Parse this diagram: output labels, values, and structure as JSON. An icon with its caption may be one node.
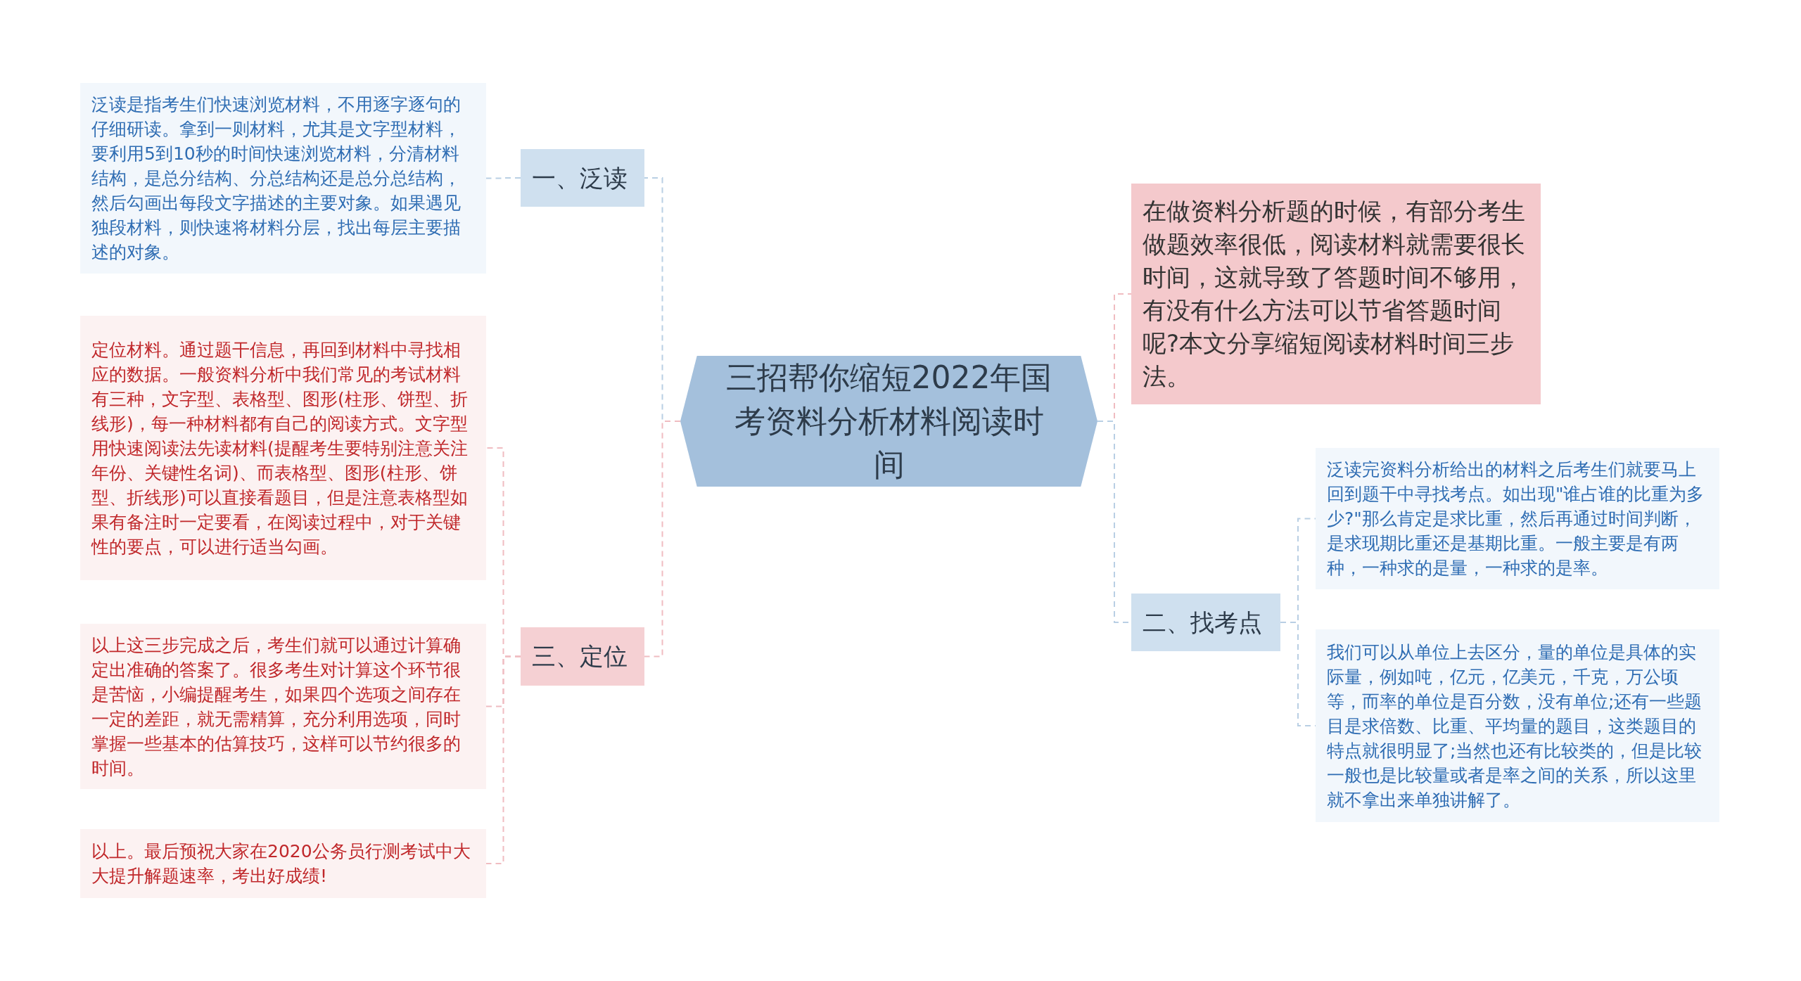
{
  "diagram": {
    "nodes": [
      {
        "text": [
          "三招帮你缩短2022年国考资料分析材料阅读时间"
        ]
      },
      {
        "text": [
          "一、泛读"
        ]
      },
      {
        "text": [
          "泛读是指考生们快速浏览材料，不用逐字逐句的仔细研读。拿到一则材料，尤其是文字型材料，要利用5到10秒的时间快速浏览材料，分清材料结构，是总分结构、分总结构还是总分总结构，然后勾画出每段文字描述的主要对象。如果遇见独段材料，则快速将材料分层，找出每层主要描述的对象。"
        ]
      },
      {
        "text": [
          "三、定位"
        ]
      },
      {
        "text": [
          "定位材料。通过题干信息，再回到材料中寻找相应的数据。一般资料分析中我们常见的考试材料有三种，文字型、表格型、图形(柱形、饼型、折线形)，每一种材料都有自己的阅读方式。文字型用快速阅读法先读材料(提醒考生要特别注意关注年份、关键性名词)、而表格型、图形(柱形、饼型、折线形)可以直接看题目，但是注意表格型如果有备注时一定要看，在阅读过程中，对于关键性的要点，可以进行适当勾画。"
        ]
      },
      {
        "text": [
          "以上这三步完成之后，考生们就可以通过计算确定出准确的答案了。很多考生对计算这个环节很是苦恼，小编提醒考生，如果四个选项之间存在一定的差距，就无需精算，充分利用选项，同时掌握一些基本的估算技巧，这样可以节约很多的时间。"
        ]
      },
      {
        "text": [
          "以上。最后预祝大家在2020公务员行测考试中大大提升解题速率，考出好成绩!"
        ]
      },
      {
        "text": [
          "在做资料分析题的时候，有部分考生做题效率很低，阅读材料就需要很长时间，这就导致了答题时间不够用，有没有什么方法可以节省答题时间呢?本文分享缩短阅读材料时间三步法。"
        ]
      },
      {
        "text": [
          "二、找考点"
        ]
      },
      {
        "text": [
          "泛读完资料分析给出的材料之后考生们就要马上回到题干中寻找考点。如出现\"谁占谁的比重为多少?\"那么肯定是求比重，然后再通过时间判断，是求现期比重还是基期比重。一般主要是有两种，一种求的是量，一种求的是率。"
        ]
      },
      {
        "text": [
          "我们可以从单位上去区分，量的单位是具体的实际量，例如吨，亿元，亿美元，千克，万公顷等，而率的单位是百分数，没有单位;还有一些题目是求倍数、比重、平均量的题目，这类题目的特点就很明显了;当然也还有比较类的，但是比较一般也是比较量或者是率之间的关系，所以这里就不拿出来单独讲解了。"
        ]
      }
    ],
    "edges": [
      {
        "from": 0,
        "to": 1,
        "arrow": "none",
        "style": "dashed",
        "color": "#b9cfe4"
      },
      {
        "from": 1,
        "to": 2,
        "arrow": "none",
        "style": "dashed",
        "color": "#b9cfe4"
      },
      {
        "from": 0,
        "to": 3,
        "arrow": "none",
        "style": "dashed"
      },
      {
        "from": 3,
        "to": 4,
        "arrow": "none",
        "style": "dashed"
      },
      {
        "from": 3,
        "to": 5,
        "arrow": "none",
        "style": "dashed"
      },
      {
        "from": 3,
        "to": 6,
        "arrow": "none",
        "style": "dashed"
      },
      {
        "from": 0,
        "to": 7,
        "arrow": "none",
        "style": "dashed"
      },
      {
        "from": 0,
        "to": 8,
        "arrow": "none",
        "style": "dashed",
        "color": "#b9cfe4"
      },
      {
        "from": 8,
        "to": 9,
        "arrow": "none",
        "style": "dashed",
        "color": "#b9cfe4"
      },
      {
        "from": 8,
        "to": 10,
        "arrow": "none",
        "style": "dashed",
        "color": "#b9cfe4"
      }
    ]
  }
}
